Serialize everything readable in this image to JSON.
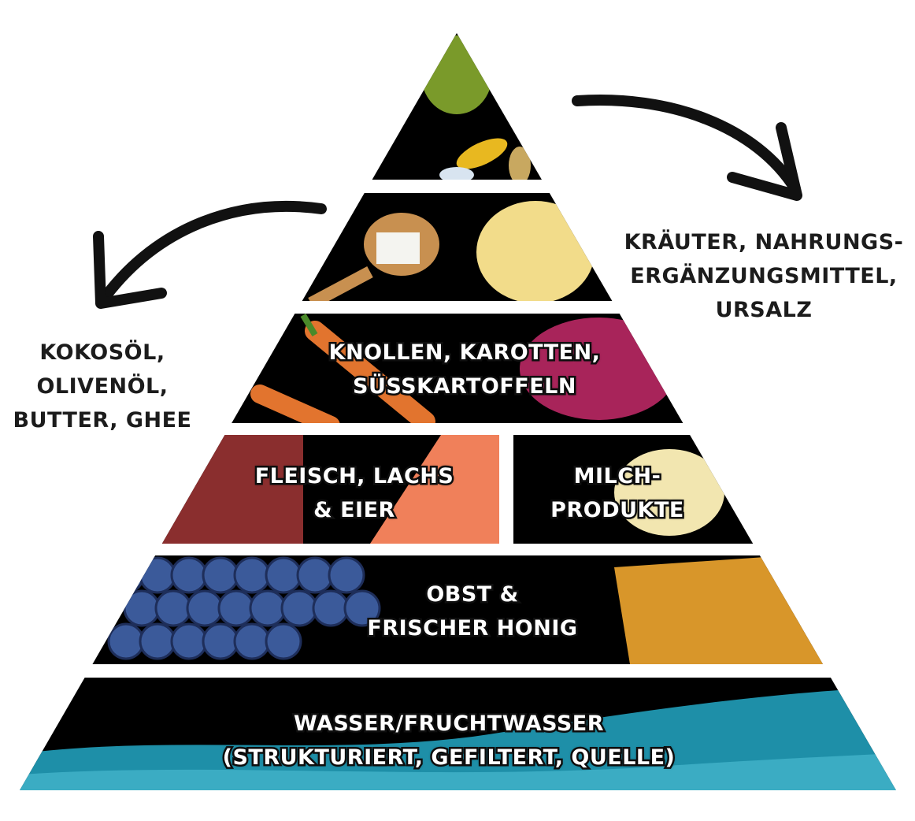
{
  "side_labels": {
    "left": [
      "KOKOSÖL,",
      "OLIVENÖL,",
      "BUTTER, GHEE"
    ],
    "right": [
      "KRÄUTER, NAHRUNGS-",
      "ERGÄNZUNGSMITTEL,",
      "URSALZ"
    ]
  },
  "tiers": [
    {
      "level": 1,
      "lines": []
    },
    {
      "level": 2,
      "lines": []
    },
    {
      "level": 3,
      "lines": [
        "KNOLLEN, KAROTTEN,",
        "SÜSSKARTOFFELN"
      ]
    },
    {
      "level": 4,
      "left_lines": [
        "FLEISCH, LACHS",
        "& EIER"
      ],
      "right_lines": [
        "MILCH-",
        "PRODUKTE"
      ]
    },
    {
      "level": 5,
      "lines": [
        "OBST &",
        "FRISCHER HONIG"
      ]
    },
    {
      "level": 6,
      "lines": [
        "WASSER/FRUCHTWASSER",
        "(STRUKTURIERT, GEFILTERT, QUELLE)"
      ]
    }
  ],
  "colors": {
    "tier_fill": "#000000",
    "text": "#ffffff",
    "side_text": "#1c1c1c",
    "water": "#1e8fa8",
    "berries": "#3b5a9a",
    "honey": "#d8962a",
    "carrot": "#e2742e",
    "sweet_potato": "#a8245a",
    "meat": "#8a2e2e",
    "salmon": "#f0805a",
    "cheese": "#f2e6b0",
    "herbs": "#7a9a2a"
  }
}
